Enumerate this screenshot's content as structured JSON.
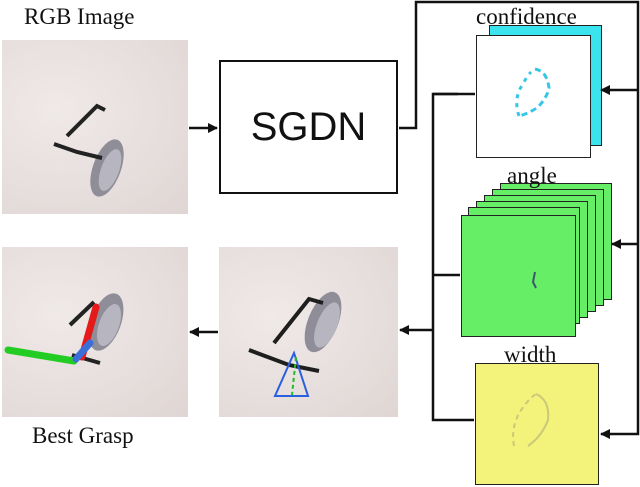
{
  "labels": {
    "input": "RGB Image",
    "output": "Best Grasp",
    "network": "SGDN",
    "map_confidence": "confidence",
    "map_angle": "angle",
    "map_width": "width"
  },
  "colors": {
    "confidence_map": "#3be3ee",
    "angle_map": "#66ee66",
    "width_map": "#f3f27a",
    "grasp_red": "#e51a1a",
    "grasp_green": "#22cc22",
    "grasp_blue": "#3a6fd8"
  }
}
